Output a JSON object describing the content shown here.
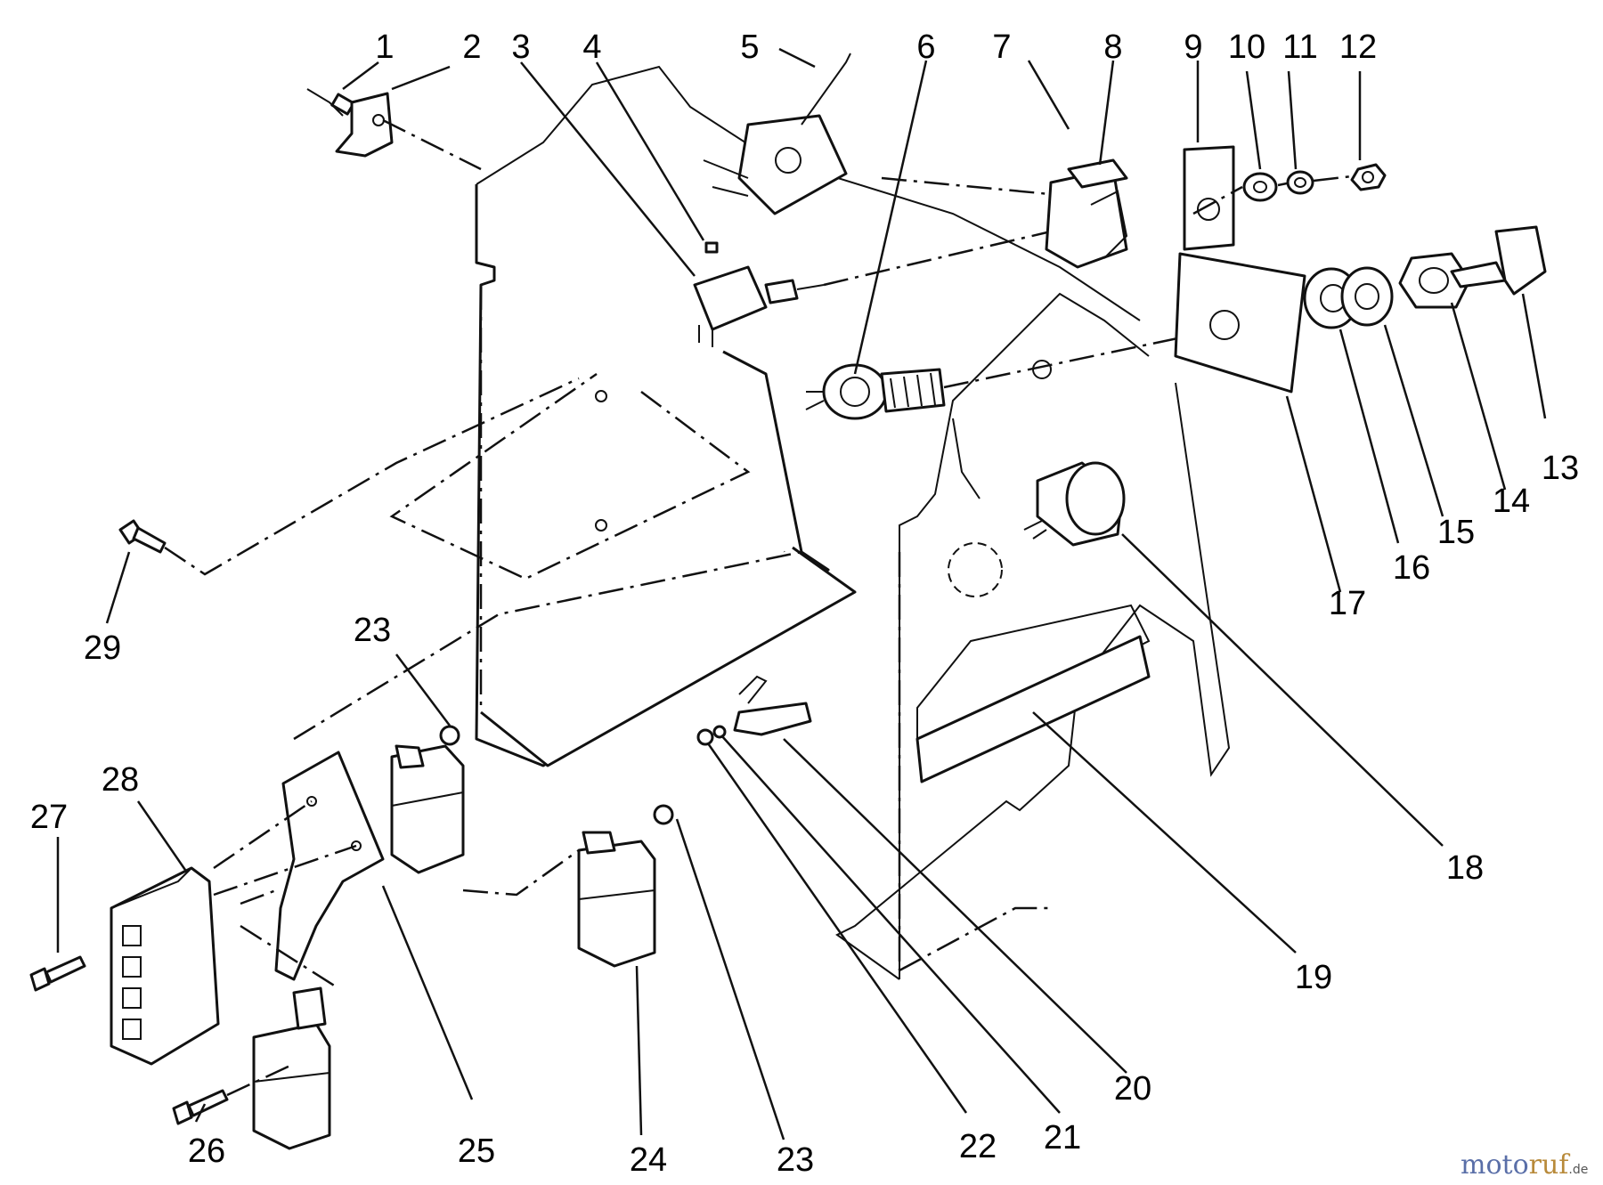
{
  "diagram": {
    "callouts": [
      "1",
      "2",
      "3",
      "4",
      "5",
      "6",
      "7",
      "8",
      "9",
      "10",
      "11",
      "12",
      "13",
      "14",
      "15",
      "16",
      "17",
      "18",
      "19",
      "20",
      "21",
      "22",
      "23",
      "24",
      "25",
      "26",
      "27",
      "28",
      "29",
      "23"
    ]
  },
  "watermark": {
    "part1": "moto",
    "part2": "ruf",
    "part3": ".de"
  },
  "icons": [
    "ignition-switch-icon",
    "relay-icon",
    "hour-meter-icon",
    "fuse-block-icon",
    "key-icon",
    "nut-icon",
    "washer-icon",
    "bolt-icon"
  ]
}
